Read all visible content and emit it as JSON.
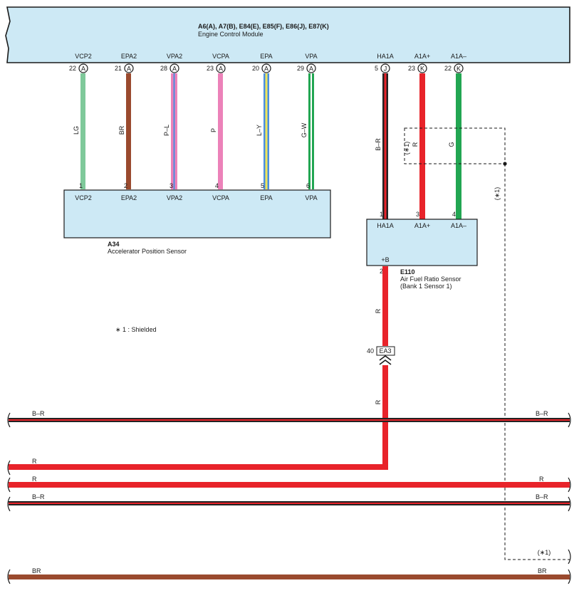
{
  "ecm": {
    "connectors": "A6(A), A7(B), E84(E), E85(F), E86(J), E87(K)",
    "name": "Engine Control Module"
  },
  "ecm_pins": [
    {
      "terminal": "VCP2",
      "pin": "22",
      "conn": "A"
    },
    {
      "terminal": "EPA2",
      "pin": "21",
      "conn": "A"
    },
    {
      "terminal": "VPA2",
      "pin": "28",
      "conn": "A"
    },
    {
      "terminal": "VCPA",
      "pin": "23",
      "conn": "A"
    },
    {
      "terminal": "EPA",
      "pin": "20",
      "conn": "A"
    },
    {
      "terminal": "VPA",
      "pin": "29",
      "conn": "A"
    },
    {
      "terminal": "HA1A",
      "pin": "5",
      "conn": "J"
    },
    {
      "terminal": "A1A+",
      "pin": "23",
      "conn": "K"
    },
    {
      "terminal": "A1A–",
      "pin": "22",
      "conn": "K"
    }
  ],
  "wire_colors": [
    "LG",
    "BR",
    "P–L",
    "P",
    "L–Y",
    "G–W",
    "B–R",
    "R",
    "G"
  ],
  "apps": {
    "code": "A34",
    "name": "Accelerator Position Sensor",
    "pins": [
      "1",
      "2",
      "3",
      "4",
      "5",
      "6"
    ],
    "terminals": [
      "VCP2",
      "EPA2",
      "VPA2",
      "VCPA",
      "EPA",
      "VPA"
    ]
  },
  "af_sensor": {
    "code": "E110",
    "name": "Air Fuel Ratio Sensor",
    "position": "(Bank 1 Sensor 1)",
    "pins": [
      "1",
      "3",
      "4"
    ],
    "terminals": [
      "HA1A",
      "A1A+",
      "A1A–"
    ],
    "power_terminal": "+B",
    "power_pin": "2",
    "power_wire": "R"
  },
  "shield_mark": "(∗1)",
  "note": "∗ 1 : Shielded",
  "junction": {
    "pin": "40",
    "code": "EA3",
    "wire_lower": "R"
  },
  "bus_lines": [
    {
      "left": "B–R",
      "right": "B–R"
    },
    {
      "left": "R",
      "right": ""
    },
    {
      "left": "R",
      "right": "R"
    },
    {
      "left": "B–R",
      "right": "B–R"
    },
    {
      "left": "BR",
      "right": "BR"
    }
  ],
  "colors": {
    "box_fill": "#cde9f5",
    "LG": "#7fc99a",
    "BR": "#9a4a2e",
    "P": "#ec82b9",
    "L": "#4a8fe0",
    "Y": "#efe55a",
    "G": "#22a652",
    "W": "#ffffff",
    "B": "#222222",
    "R": "#e8232a"
  }
}
